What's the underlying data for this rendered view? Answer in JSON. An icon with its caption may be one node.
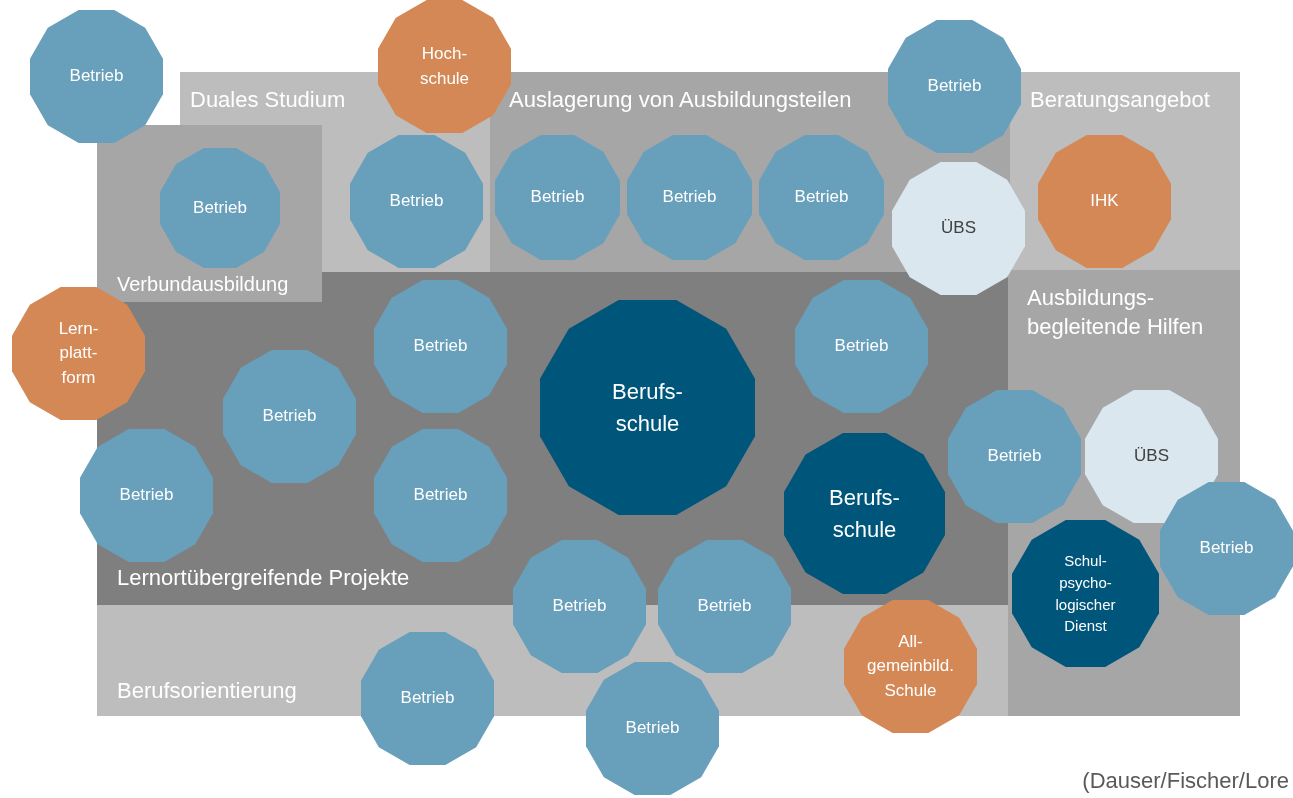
{
  "diagram": {
    "caption": "(Dauser/Fischer/Lore",
    "nodes": [
      {
        "text": [
          "Duales Studium"
        ]
      },
      {
        "text": [
          "Auslagerung von Ausbildungsteilen"
        ]
      },
      {
        "text": [
          "Beratungsangebot"
        ]
      },
      {
        "text": [
          "Verbundausbildung"
        ]
      },
      {
        "text": [
          "Lernortübergreifende Projekte"
        ]
      },
      {
        "text": [
          "Ausbildungs-begleitende Hilfen"
        ]
      },
      {
        "text": [
          "Berufsorientierung"
        ]
      },
      {
        "text": [
          "Hoch-schule"
        ]
      },
      {
        "text": [
          "Betrieb"
        ]
      },
      {
        "text": [
          "Betrieb"
        ]
      },
      {
        "text": [
          "Betrieb"
        ],
        "in": 3
      },
      {
        "text": [
          "Betrieb"
        ],
        "in": 0
      },
      {
        "text": [
          "Betrieb"
        ],
        "in": 1
      },
      {
        "text": [
          "Betrieb"
        ],
        "in": 1
      },
      {
        "text": [
          "Betrieb"
        ],
        "in": 1
      },
      {
        "text": [
          "ÜBS"
        ]
      },
      {
        "text": [
          "IHK"
        ],
        "in": 2
      },
      {
        "text": [
          "Lern-platt-form"
        ]
      },
      {
        "text": [
          "Betrieb"
        ],
        "in": 4
      },
      {
        "text": [
          "Betrieb"
        ],
        "in": 4
      },
      {
        "text": [
          "Berufs-schule"
        ],
        "in": 4
      },
      {
        "text": [
          "Betrieb"
        ],
        "in": 4
      },
      {
        "text": [
          "Betrieb"
        ]
      },
      {
        "text": [
          "ÜBS"
        ],
        "in": 5
      },
      {
        "text": [
          "Betrieb"
        ]
      },
      {
        "text": [
          "Betrieb"
        ],
        "in": 4
      },
      {
        "text": [
          "Berufs-schule"
        ],
        "in": 4
      },
      {
        "text": [
          "Betrieb"
        ]
      },
      {
        "text": [
          "Schul-psycho-logischer Dienst"
        ],
        "in": 5
      },
      {
        "text": [
          "Betrieb"
        ]
      },
      {
        "text": [
          "Betrieb"
        ]
      },
      {
        "text": [
          "All-gemeinbild. Schule"
        ]
      },
      {
        "text": [
          "Betrieb"
        ]
      },
      {
        "text": [
          "Betrieb"
        ]
      }
    ]
  }
}
